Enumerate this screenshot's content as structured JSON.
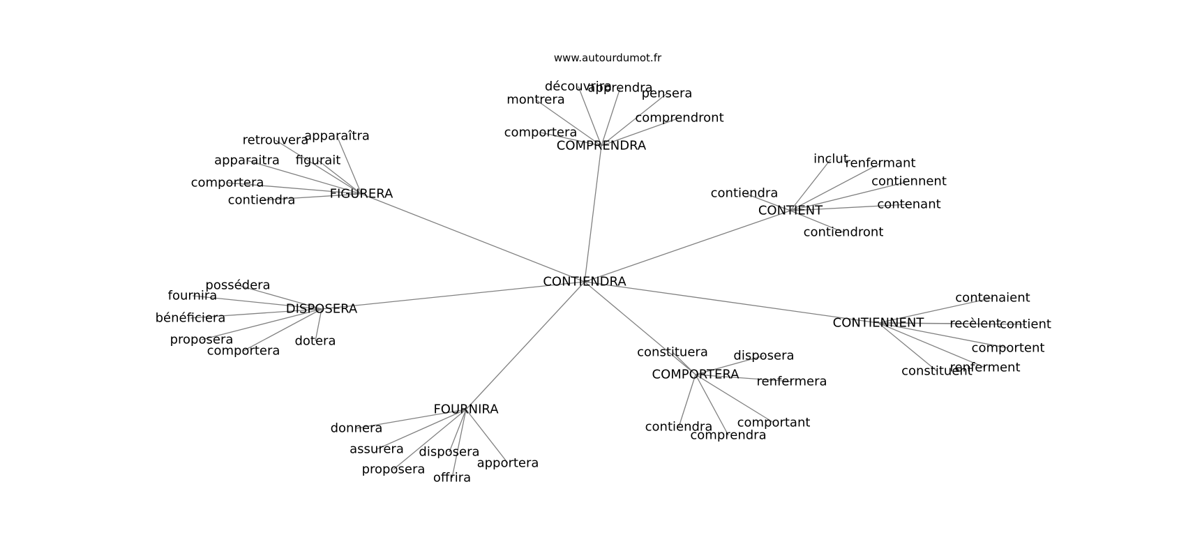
{
  "credit": "www.autourdumot.fr",
  "colors": {
    "edge": "#808080",
    "text": "#000000",
    "background": "#ffffff"
  },
  "graph": {
    "center": "CONTIENDRA",
    "clusters": [
      {
        "hub": "COMPRENDRA",
        "leaves": [
          "découvrira",
          "apprendra",
          "montrera",
          "pensera",
          "comprendront",
          "comportera"
        ]
      },
      {
        "hub": "FIGURERA",
        "leaves": [
          "retrouvera",
          "apparaîtra",
          "apparaitra",
          "figurait",
          "comportera",
          "contiendra"
        ]
      },
      {
        "hub": "CONTIENT",
        "leaves": [
          "inclut",
          "renfermant",
          "contiennent",
          "contiendra",
          "contenant",
          "contiendront"
        ]
      },
      {
        "hub": "DISPOSERA",
        "leaves": [
          "possédera",
          "fournira",
          "bénéficiera",
          "proposera",
          "comportera",
          "dotera"
        ]
      },
      {
        "hub": "CONTIENNENT",
        "leaves": [
          "contenaient",
          "recèlent",
          "contient",
          "comportent",
          "constituent",
          "renferment"
        ]
      },
      {
        "hub": "COMPORTERA",
        "leaves": [
          "constituera",
          "disposera",
          "renfermera",
          "contiendra",
          "comportant",
          "comprendra"
        ]
      },
      {
        "hub": "FOURNIRA",
        "leaves": [
          "donnera",
          "assurera",
          "disposera",
          "proposera",
          "offrira",
          "apportera"
        ]
      }
    ]
  }
}
